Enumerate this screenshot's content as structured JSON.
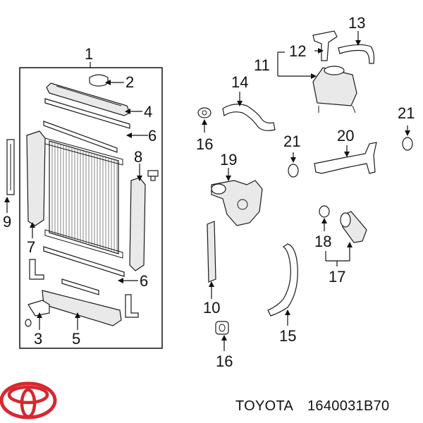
{
  "callouts": {
    "c1": "1",
    "c2": "2",
    "c3": "3",
    "c4": "4",
    "c5": "5",
    "c6a": "6",
    "c6b": "6",
    "c7": "7",
    "c8": "8",
    "c9": "9",
    "c10": "10",
    "c11": "11",
    "c12": "12",
    "c13": "13",
    "c14": "14",
    "c15": "15",
    "c16a": "16",
    "c16b": "16",
    "c17": "17",
    "c18": "18",
    "c19": "19",
    "c20": "20",
    "c21a": "21",
    "c21b": "21"
  },
  "footer": {
    "brand": "TOYOTA",
    "part_number": "1640031B70"
  },
  "colors": {
    "logo": "#d7282f",
    "ink": "#111111"
  }
}
